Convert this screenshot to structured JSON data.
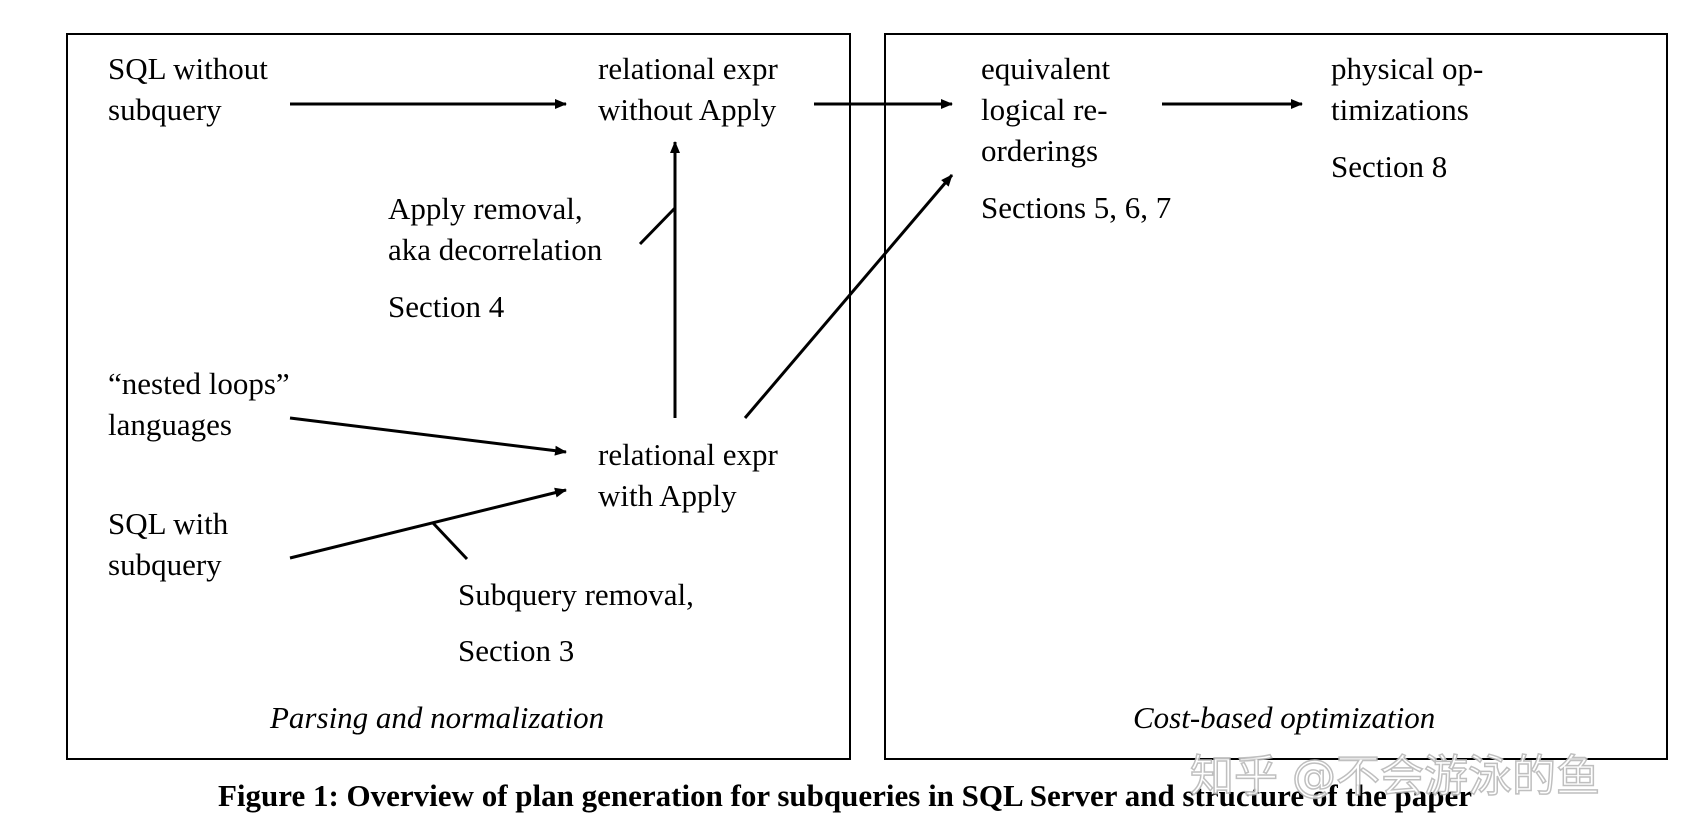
{
  "panels": {
    "left": {
      "caption": "Parsing and normalization"
    },
    "right": {
      "caption": "Cost-based optimization"
    }
  },
  "nodes": {
    "sql_without_subquery": [
      "SQL without",
      "subquery"
    ],
    "relational_expr_without_apply": [
      "relational expr",
      "without Apply"
    ],
    "apply_removal": [
      "Apply removal,",
      "aka decorrelation"
    ],
    "apply_removal_section": "Section 4",
    "nested_loops_languages": [
      "“nested loops”",
      "languages"
    ],
    "relational_expr_with_apply": [
      "relational expr",
      "with Apply"
    ],
    "sql_with_subquery": [
      "SQL with",
      "subquery"
    ],
    "subquery_removal": "Subquery removal,",
    "subquery_removal_section": "Section 3",
    "equivalent_reorderings": [
      "equivalent",
      "logical re-",
      "orderings"
    ],
    "reorderings_sections": "Sections 5, 6, 7",
    "physical_optimizations": [
      "physical op-",
      "timizations"
    ],
    "physical_section": "Section 8"
  },
  "figure_caption": "Figure 1: Overview of plan generation for subqueries in SQL Server and structure of the paper",
  "watermark": "知乎 @不会游泳的鱼"
}
